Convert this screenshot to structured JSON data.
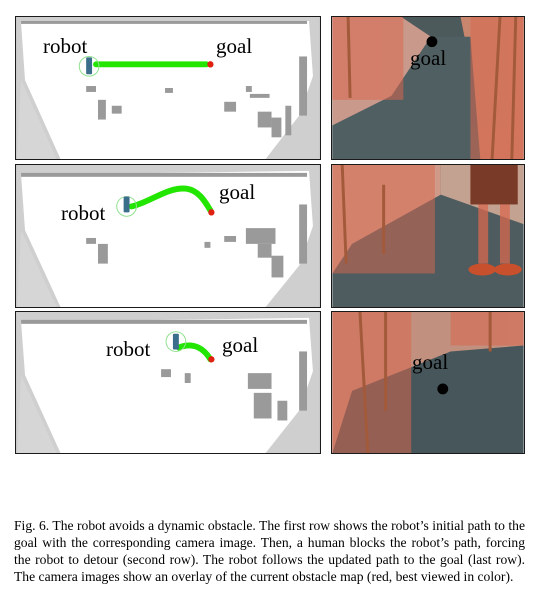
{
  "figure": {
    "rows": [
      {
        "map_labels": {
          "robot": "robot",
          "goal": "goal"
        },
        "camera_label": "goal"
      },
      {
        "map_labels": {
          "robot": "robot",
          "goal": "goal"
        },
        "camera_label": ""
      },
      {
        "map_labels": {
          "robot": "robot",
          "goal": "goal"
        },
        "camera_label": "goal"
      }
    ],
    "colors": {
      "path": "#22e600",
      "goal_marker": "#e02010",
      "robot": "#3a6e8a",
      "free_space": "#ffffff",
      "unknown": "#cfcfcf",
      "obstacle": "#9a9a9a",
      "overlay": "#d9684f"
    }
  },
  "caption": {
    "text": "Fig. 6.   The robot avoids a dynamic obstacle. The first row shows the robot’s initial path to the goal with the corresponding camera image. Then, a human blocks the robot’s path, forcing the robot to detour (second row). The robot follows the updated path to the goal (last row). The camera images show an overlay of the current obstacle map (red, best viewed in color)."
  }
}
